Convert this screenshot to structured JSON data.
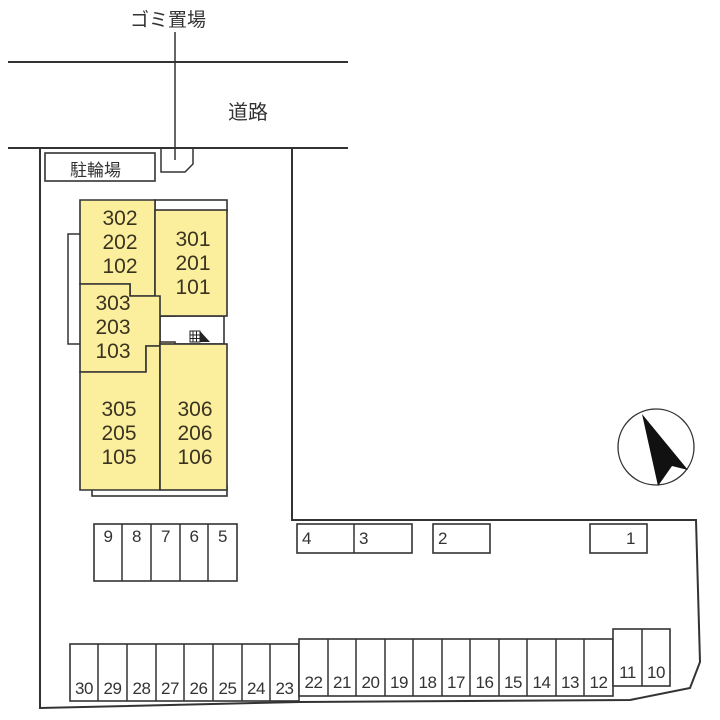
{
  "labels": {
    "garbage": "ゴミ置場",
    "road": "道路",
    "bicycle_parking": "駐輪場"
  },
  "units": {
    "a": [
      "302",
      "202",
      "102"
    ],
    "b": [
      "301",
      "201",
      "101"
    ],
    "c": [
      "303",
      "203",
      "103"
    ],
    "d": [
      "305",
      "205",
      "105"
    ],
    "e": [
      "306",
      "206",
      "106"
    ]
  },
  "parking": {
    "row_top_left": [
      "9",
      "8",
      "7",
      "6",
      "5"
    ],
    "row_top_right": [
      "4",
      "3",
      "2",
      "1"
    ],
    "row_bottom": [
      "30",
      "29",
      "28",
      "27",
      "26",
      "25",
      "24",
      "23",
      "22",
      "21",
      "20",
      "19",
      "18",
      "17",
      "16",
      "15",
      "14",
      "13",
      "12",
      "11",
      "10"
    ]
  },
  "icons": {
    "compass": "north-arrow",
    "stairs": "stairs"
  },
  "colors": {
    "unit_fill": "#fbef9d",
    "line": "#333333"
  }
}
